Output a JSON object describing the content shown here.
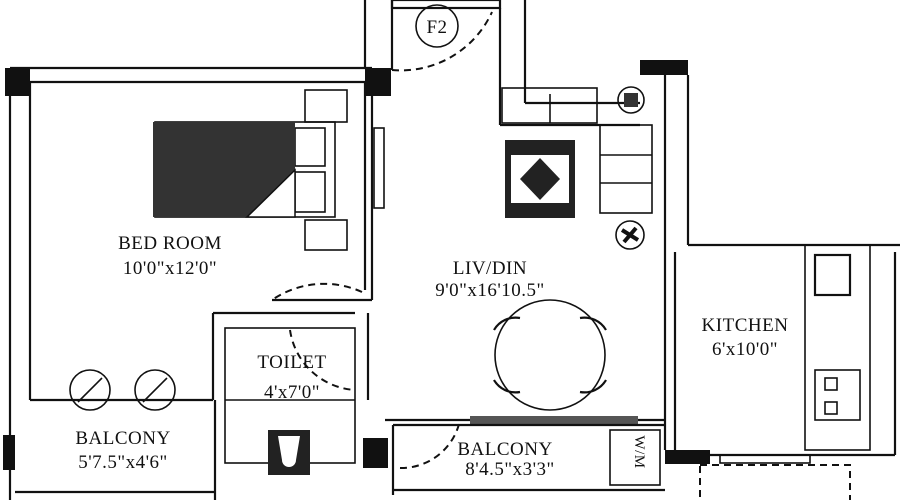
{
  "plan": {
    "flat_label": "F2",
    "rooms": {
      "bedroom": {
        "name": "BED ROOM",
        "size": "10'0\"x12'0\""
      },
      "living": {
        "name": "LIV/DIN",
        "size": "9'0\"x16'10.5\""
      },
      "kitchen": {
        "name": "KITCHEN",
        "size": "6'x10'0\""
      },
      "toilet": {
        "name": "TOILET",
        "size": "4'x7'0\""
      },
      "balcony_left": {
        "name": "BALCONY",
        "size": "5'7.5\"x4'6\""
      },
      "balcony_bottom": {
        "name": "BALCONY",
        "size": "8'4.5\"x3'3\""
      }
    },
    "wm_label": "W/M",
    "colors": {
      "line": "#111111",
      "background": "#ffffff"
    }
  }
}
